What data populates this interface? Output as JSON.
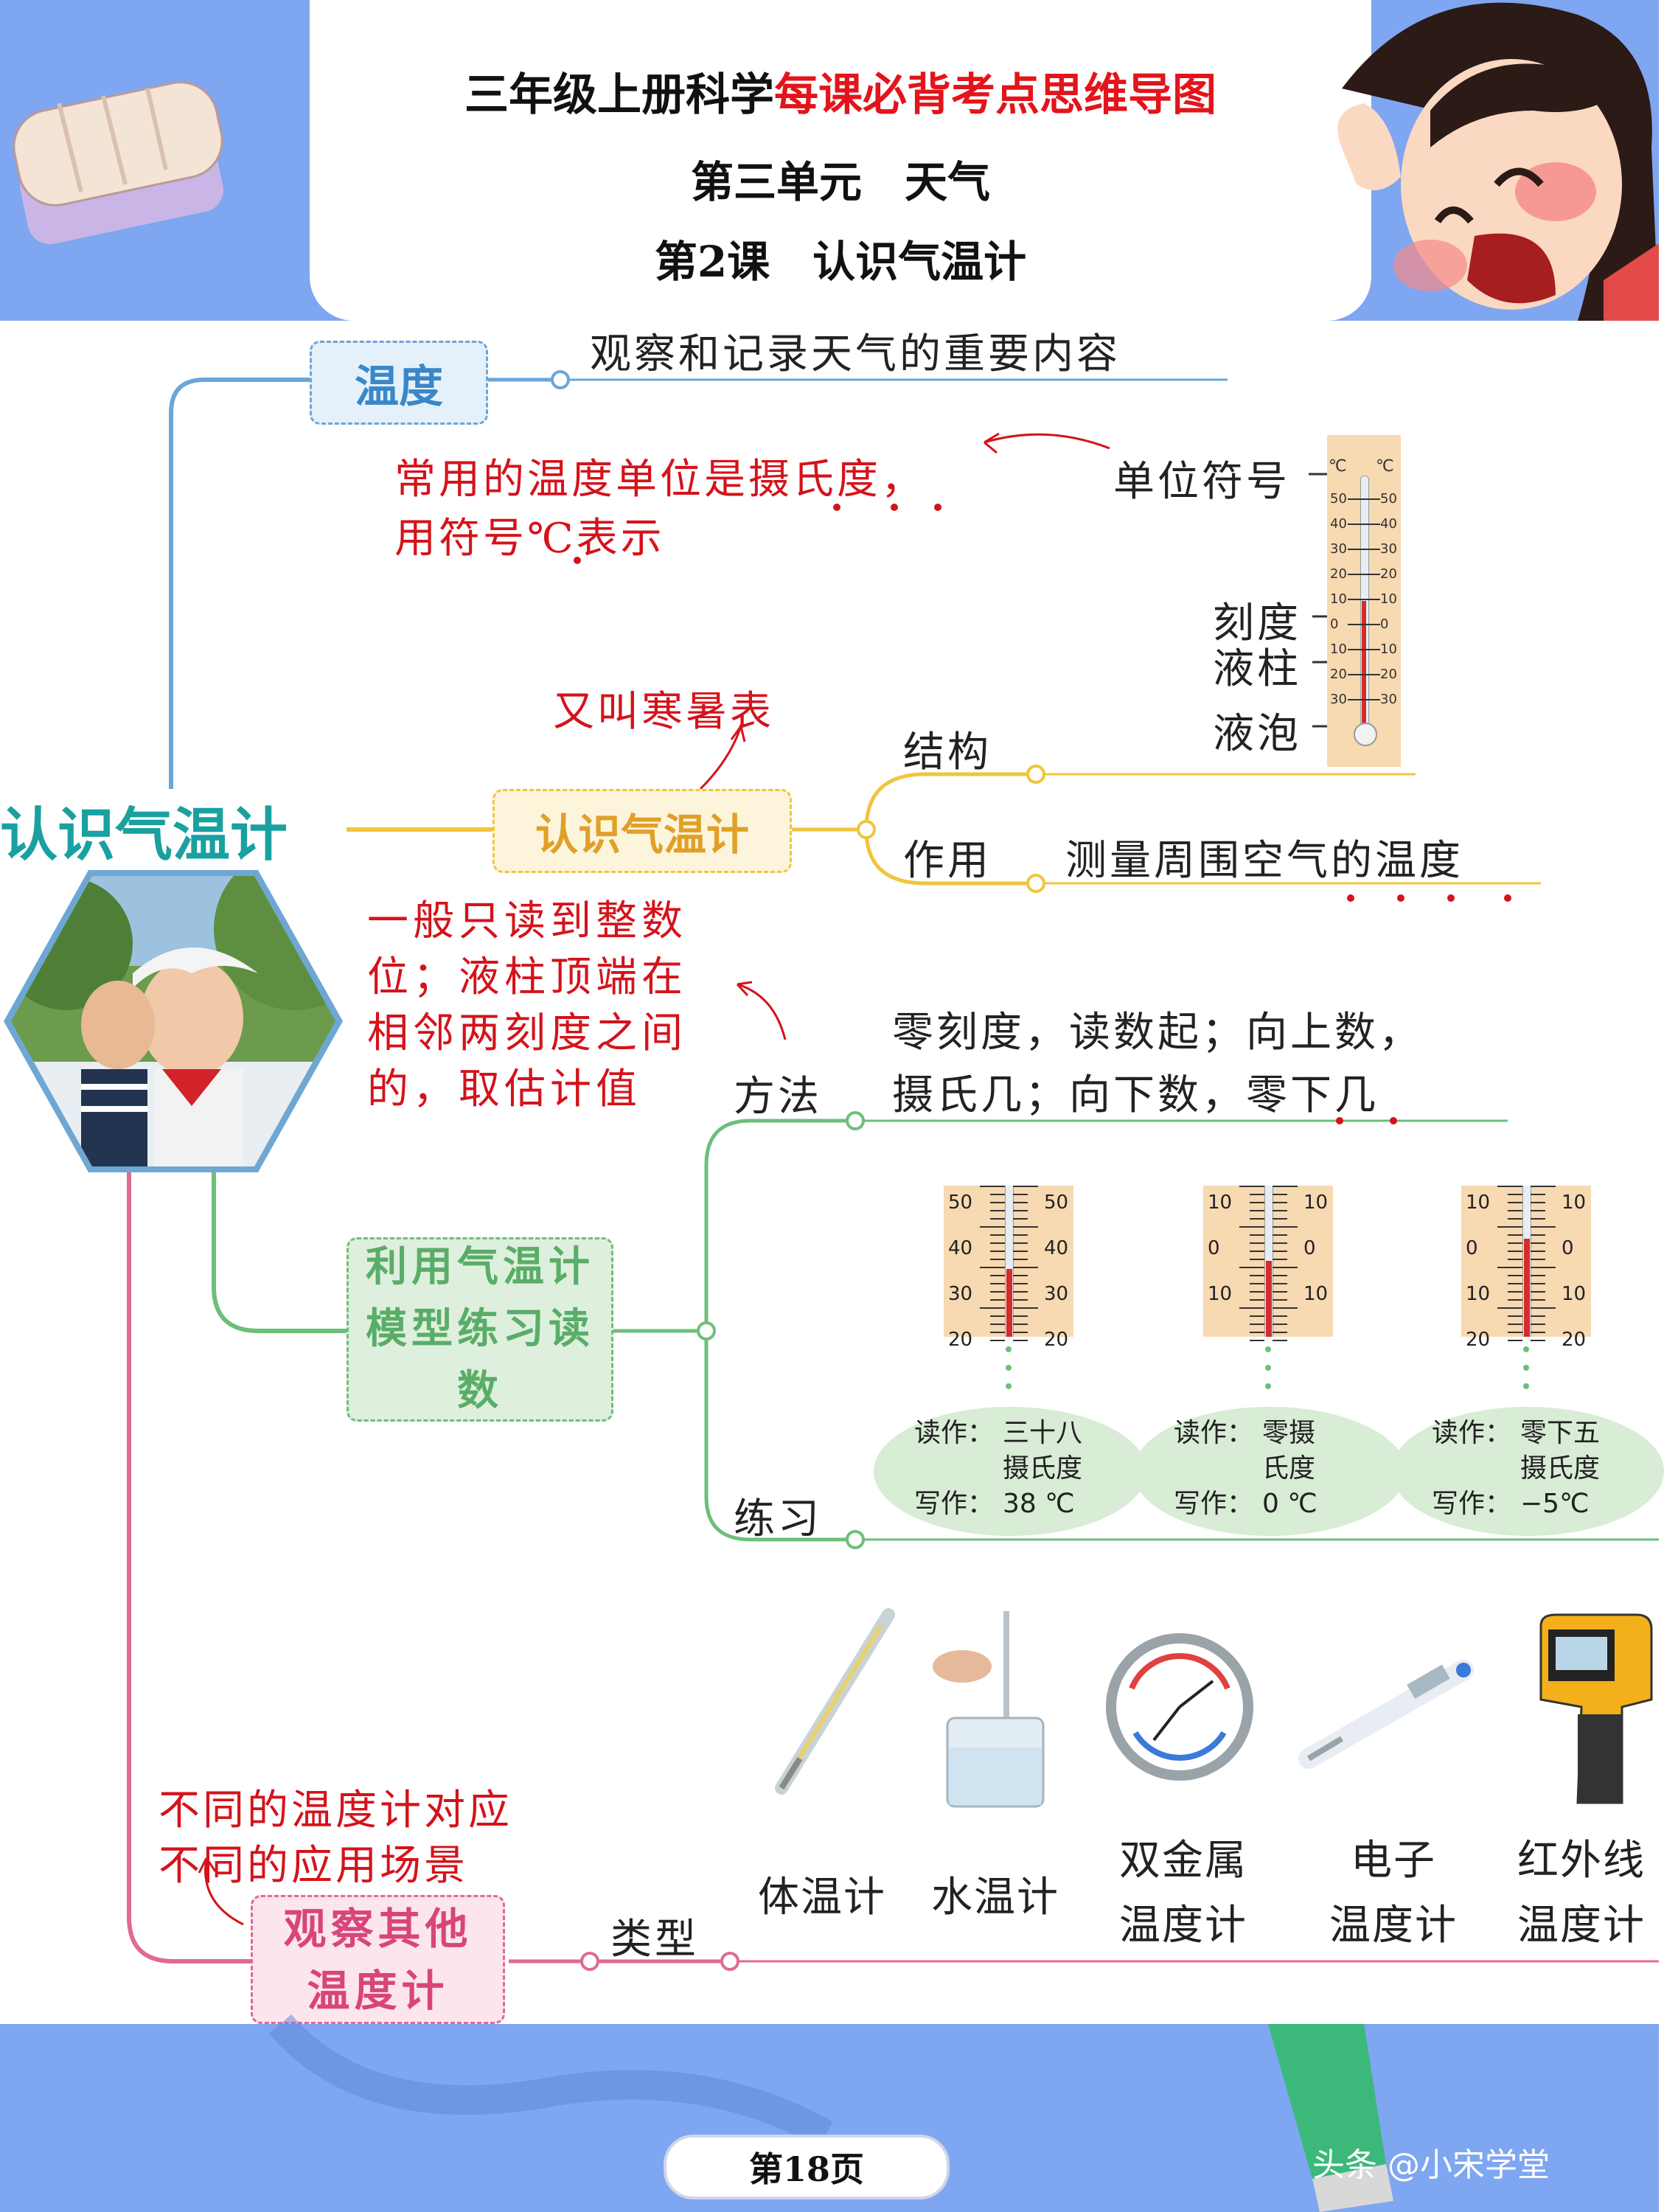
{
  "header": {
    "title_prefix": "三年级上册科学",
    "title_highlight": "每课必背考点思维导图",
    "unit": "第三单元　天气",
    "lesson": "第2课　认识气温计"
  },
  "central_topic": "认识气温计",
  "branch_temperature": {
    "node": "温度",
    "definition": "观察和记录天气的重要内容",
    "unit_note_line1": "常用的温度单位是摄氏度，",
    "unit_note_line2": "用符号℃表示",
    "unit_symbol_label": "单位符号",
    "scale_label": "刻度",
    "column_label": "液柱",
    "bulb_label": "液泡",
    "thermo_unit_left": "℃",
    "thermo_unit_right": "℃",
    "thermo_ticks": [
      "50",
      "40",
      "30",
      "20",
      "10",
      "0",
      "10",
      "20",
      "30"
    ]
  },
  "branch_thermometer": {
    "node": "认识气温计",
    "alias_note": "又叫寒暑表",
    "structure_label": "结构",
    "function_label": "作用",
    "function_text": "测量周围空气的温度"
  },
  "branch_practice": {
    "node": "利用气温计模型练习读数",
    "reading_note": [
      "一般只读到整数",
      "位；液柱顶端在",
      "相邻两刻度之间",
      "的，取估计值"
    ],
    "method_label": "方法",
    "method_line1": "零刻度，读数起；向上数，",
    "method_line2": "摄氏几；向下数，零下几",
    "practice_label": "练习",
    "examples": [
      {
        "ticks": [
          "50",
          "40",
          "30",
          "20"
        ],
        "fill": 0.45,
        "read_label": "读作：",
        "read_value_1": "三十八",
        "read_value_2": "摄氏度",
        "write_label": "写作：",
        "write_value": "38 ℃"
      },
      {
        "ticks": [
          "10",
          "0",
          "10"
        ],
        "fill": 0.5,
        "read_label": "读作：",
        "read_value_1": "零摄",
        "read_value_2": "氏度",
        "write_label": "写作：",
        "write_value": "0 ℃"
      },
      {
        "ticks": [
          "10",
          "0",
          "10",
          "20"
        ],
        "fill": 0.65,
        "read_label": "读作：",
        "read_value_1": "零下五",
        "read_value_2": "摄氏度",
        "write_label": "写作：",
        "write_value": "−5℃"
      }
    ]
  },
  "branch_others": {
    "node": "观察其他温度计",
    "note_line1": "不同的温度计对应",
    "note_line2": "不同的应用场景",
    "type_label": "类型",
    "types": [
      {
        "line1": "体温计",
        "line2": ""
      },
      {
        "line1": "水温计",
        "line2": ""
      },
      {
        "line1": "双金属",
        "line2": "温度计"
      },
      {
        "line1": "电子",
        "line2": "温度计"
      },
      {
        "line1": "红外线",
        "line2": "温度计"
      }
    ]
  },
  "footer": {
    "page": "第18页",
    "watermark": "头条 @小宋学堂"
  },
  "colors": {
    "blue_branch": "#6aa6d8",
    "yellow_branch": "#f0c53c",
    "green_branch": "#6cbf7a",
    "pink_branch": "#e06a92",
    "red_note": "#d4131b",
    "header_blue": "#7fa6f0"
  }
}
